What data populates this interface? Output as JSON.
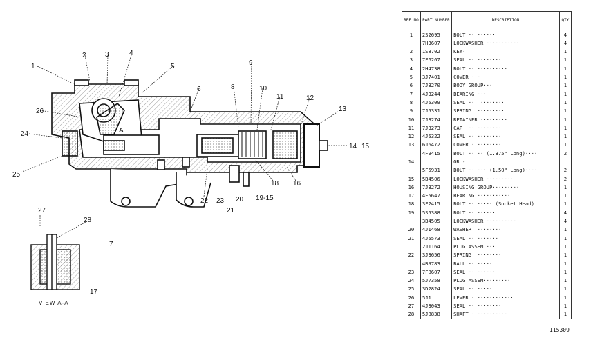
{
  "table": {
    "headers": {
      "ref": "REF NO",
      "part_number": "PART NUMBER",
      "description": "DESCRIPTION",
      "qty": "QTY"
    },
    "rows": [
      {
        "ref": "1",
        "pn": "2S2695",
        "desc": "BOLT ·········",
        "qty": "4"
      },
      {
        "ref": "",
        "pn": "7H3607",
        "desc": "LOCKWASHER ···········",
        "qty": "4"
      },
      {
        "ref": "2",
        "pn": "1S8702",
        "desc": "KEY··",
        "qty": "1"
      },
      {
        "ref": "3",
        "pn": "7F6267",
        "desc": "SEAL ···········",
        "qty": "1"
      },
      {
        "ref": "4",
        "pn": "2H4738",
        "desc": "BOLT ·············",
        "qty": "1"
      },
      {
        "ref": "5",
        "pn": "3J7401",
        "desc": "COVER ···",
        "qty": "1"
      },
      {
        "ref": "6",
        "pn": "7J3270",
        "desc": "BODY GROUP···",
        "qty": "1"
      },
      {
        "ref": "7",
        "pn": "4J3244",
        "desc": "BEARING ···",
        "qty": "1"
      },
      {
        "ref": "8",
        "pn": "4J5309",
        "desc": "SEAL ··· ········",
        "qty": "1"
      },
      {
        "ref": "9",
        "pn": "7J5331",
        "desc": "SPRING ··········",
        "qty": "1"
      },
      {
        "ref": "10",
        "pn": "7J3274",
        "desc": "RETAINER ·········",
        "qty": "1"
      },
      {
        "ref": "11",
        "pn": "7J3273",
        "desc": "CAP ············",
        "qty": "1"
      },
      {
        "ref": "12",
        "pn": "4J5322",
        "desc": "SEAL ···········",
        "qty": "1"
      },
      {
        "ref": "13",
        "pn": "6J6472",
        "desc": "COVER ··········",
        "qty": "1"
      },
      {
        "ref": "",
        "pn": "4F9415",
        "desc": "BOLT ····· (1.375\" Long)····",
        "qty": "2"
      },
      {
        "ref": "14",
        "pn": "",
        "desc": "OR -",
        "qty": ""
      },
      {
        "ref": "",
        "pn": "5F5931",
        "desc": "BOLT ······ (1.50\" Long)····",
        "qty": "2"
      },
      {
        "ref": "15",
        "pn": "5B4506",
        "desc": "LOCKWASHER ·········",
        "qty": "2"
      },
      {
        "ref": "16",
        "pn": "7J3272",
        "desc": "HOUSING GROUP·········",
        "qty": "1"
      },
      {
        "ref": "17",
        "pn": "4F5647",
        "desc": "BEARING ···········",
        "qty": "1"
      },
      {
        "ref": "18",
        "pn": "3F2415",
        "desc": "BOLT ········ (Socket Head)",
        "qty": "1"
      },
      {
        "ref": "19",
        "pn": "5S5388",
        "desc": "BOLT ·········",
        "qty": "4"
      },
      {
        "ref": "",
        "pn": "3B4505",
        "desc": "LOCKWASHER ··········",
        "qty": "4"
      },
      {
        "ref": "20",
        "pn": "4J1468",
        "desc": "WASHER ·········",
        "qty": "1"
      },
      {
        "ref": "21",
        "pn": "4J5573",
        "desc": "SEAL ··········",
        "qty": "1"
      },
      {
        "ref": "",
        "pn": "2J1164",
        "desc": "PLUG ASSEM ···",
        "qty": "1"
      },
      {
        "ref": "22",
        "pn": "3J3656",
        "desc": "  SPRING ·········",
        "qty": "1"
      },
      {
        "ref": "",
        "pn": "4B9783",
        "desc": "  BALL ········",
        "qty": "1"
      },
      {
        "ref": "23",
        "pn": "7F8607",
        "desc": "SEAL ·········",
        "qty": "1"
      },
      {
        "ref": "24",
        "pn": "5J7358",
        "desc": "PLUG ASSEM·········",
        "qty": "1"
      },
      {
        "ref": "25",
        "pn": "3D2824",
        "desc": "  SEAL ········",
        "qty": "1"
      },
      {
        "ref": "26",
        "pn": "5J1",
        "desc": "LEVER ··············",
        "qty": "1"
      },
      {
        "ref": "27",
        "pn": "4J3043",
        "desc": "SEAL ···········",
        "qty": "1"
      },
      {
        "ref": "28",
        "pn": "5J8838",
        "desc": "SHAFT ············",
        "qty": "1"
      }
    ]
  },
  "figure_number": "115309",
  "view_label": "VIEW A-A",
  "section_marker": "A",
  "callouts": [
    "1",
    "2",
    "3",
    "4",
    "5",
    "6",
    "7",
    "8",
    "9",
    "10",
    "11",
    "12",
    "13",
    "14",
    "15",
    "16",
    "17",
    "18",
    "19-15",
    "20",
    "21",
    "22",
    "23",
    "24",
    "25",
    "26",
    "27",
    "28"
  ]
}
